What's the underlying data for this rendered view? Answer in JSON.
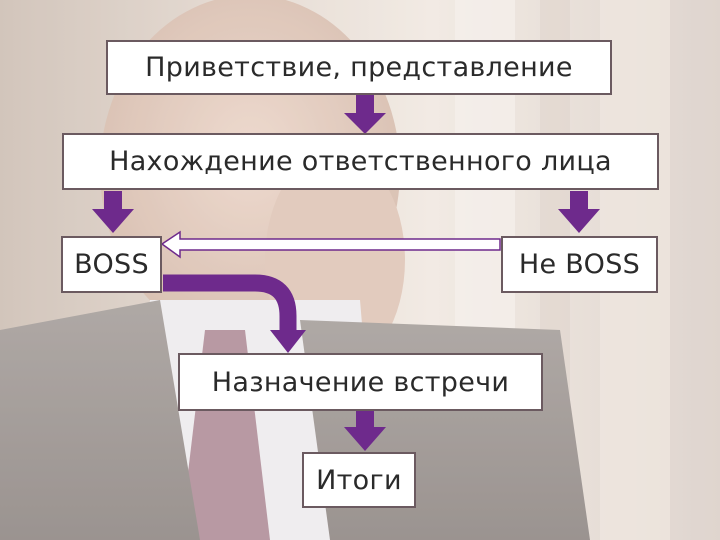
{
  "slide": {
    "background_description": "blurred photo-style background",
    "accent_color": "#6e2a8c",
    "boxes": {
      "greeting": "Приветствие, представление",
      "find_person": "Нахождение ответственного лица",
      "boss": "BOSS",
      "not_boss": "Не BOSS",
      "meeting": "Назначение встречи",
      "results": "Итоги"
    }
  }
}
